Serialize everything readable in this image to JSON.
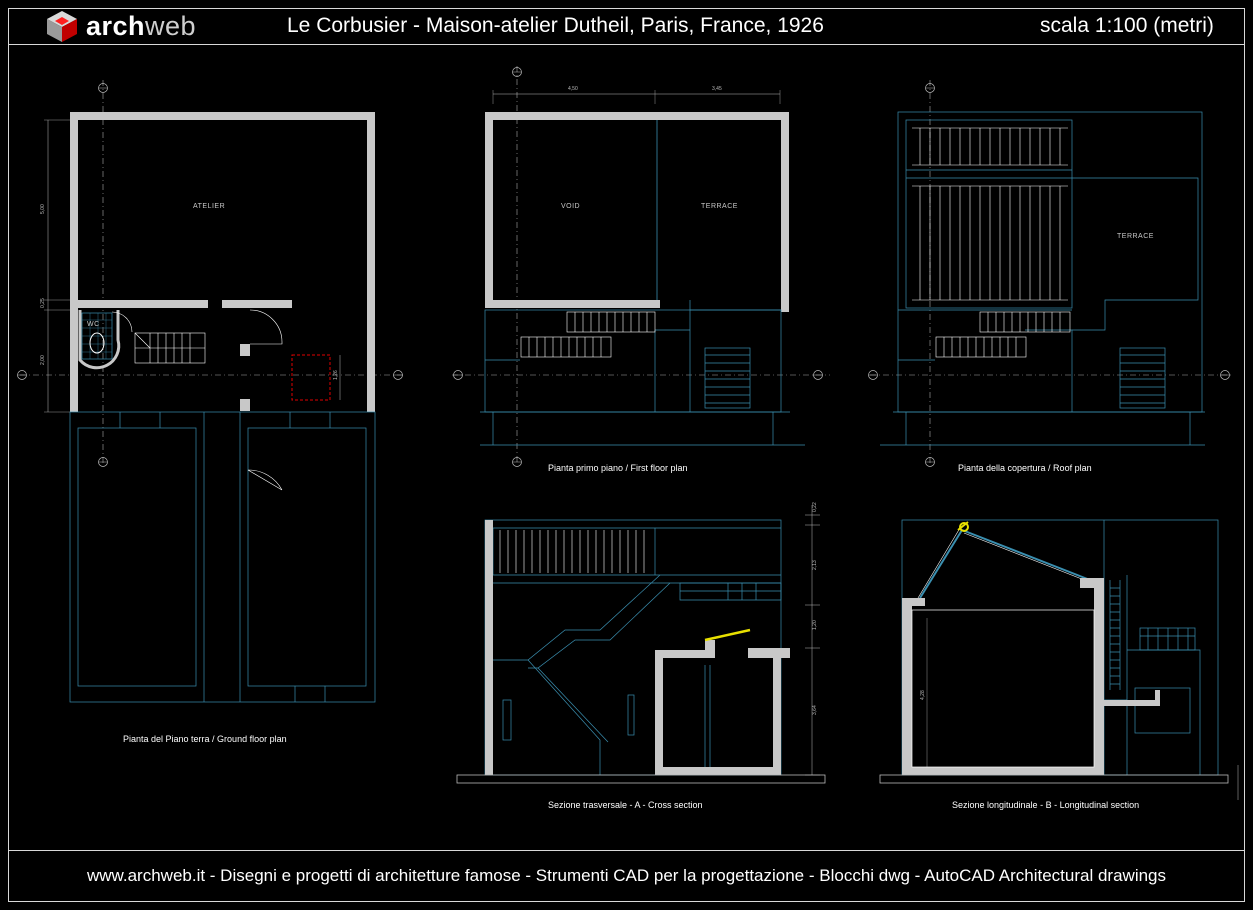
{
  "header": {
    "logo_text_a": "arch",
    "logo_text_b": "web",
    "title": "Le Corbusier - Maison-atelier Dutheil,  Paris, France, 1926",
    "scale": "scala 1:100 (metri)"
  },
  "footer": {
    "text": "www.archweb.it  -  Disegni e progetti di architetture famose  -  Strumenti CAD  per la progettazione  -  Blocchi dwg - AutoCAD Architectural drawings"
  },
  "drawings": {
    "ground_caption": "Pianta del Piano terra  /  Ground floor plan",
    "first_caption": "Pianta primo piano  /  First  floor plan",
    "roof_caption": "Pianta della copertura  /  Roof plan",
    "cross_caption": "Sezione trasversale  - A -  Cross section",
    "long_caption": "Sezione longitudinale  - B -  Longitudinal section",
    "room_atelier": "ATELIER",
    "room_wc": "WC",
    "room_void": "VOID",
    "room_terrace_1": "TERRACE",
    "room_terrace_2": "TERRACE",
    "dim_500": "5,00",
    "dim_025": "0,25",
    "dim_200": "2,00",
    "dim_450": "4,50",
    "dim_345": "3,45",
    "dim_126": "1,26",
    "dim_022": "0,22",
    "dim_213": "2,13",
    "dim_120": "1,20",
    "dim_364": "3,64",
    "dim_428": "4,28"
  },
  "colors": {
    "wall_fill": "#c8c8c8",
    "cad_cyan": "#3a8fb0",
    "highlight_yellow": "#e8e000",
    "marker_red": "#e00000"
  }
}
